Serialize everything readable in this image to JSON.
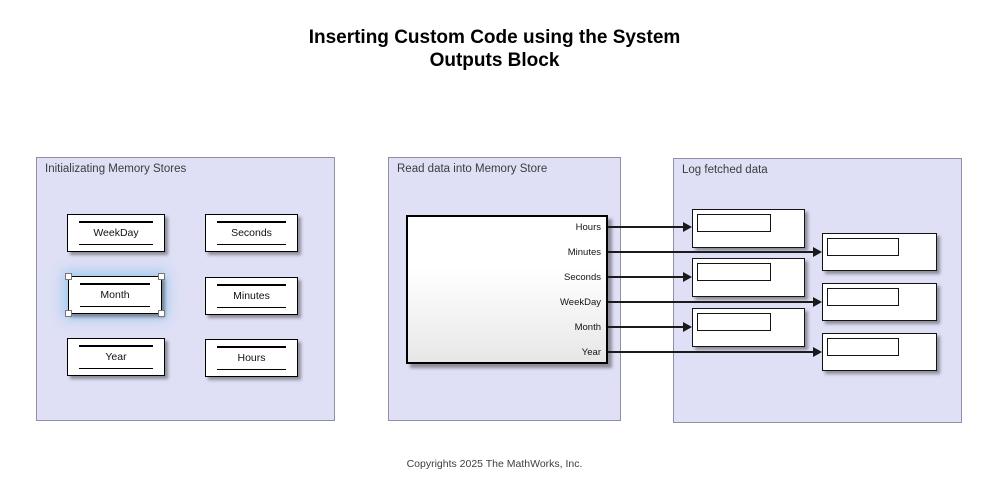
{
  "title_lines": [
    "Inserting Custom Code using the System",
    "Outputs Block"
  ],
  "areas": {
    "init": {
      "label": "Initializating Memory Stores"
    },
    "read": {
      "label": "Read data into Memory Store"
    },
    "log": {
      "label": "Log fetched data"
    }
  },
  "memory_blocks": [
    {
      "label": "WeekDay",
      "selected": false
    },
    {
      "label": "Seconds",
      "selected": false
    },
    {
      "label": "Month",
      "selected": true
    },
    {
      "label": "Minutes",
      "selected": false
    },
    {
      "label": "Year",
      "selected": false
    },
    {
      "label": "Hours",
      "selected": false
    }
  ],
  "subsystem": {
    "ports": [
      "Hours",
      "Minutes",
      "Seconds",
      "WeekDay",
      "Month",
      "Year"
    ]
  },
  "displays": [
    {
      "value": ""
    },
    {
      "value": ""
    },
    {
      "value": ""
    },
    {
      "value": ""
    },
    {
      "value": ""
    },
    {
      "value": ""
    }
  ],
  "connections": [
    {
      "from": "Hours",
      "to": "display-left-1"
    },
    {
      "from": "Minutes",
      "to": "display-right-1"
    },
    {
      "from": "Seconds",
      "to": "display-left-2"
    },
    {
      "from": "WeekDay",
      "to": "display-right-2"
    },
    {
      "from": "Month",
      "to": "display-left-3"
    },
    {
      "from": "Year",
      "to": "display-right-3"
    }
  ],
  "footer": "Copyrights 2025 The MathWorks, Inc.",
  "colors": {
    "area_fill": "#dfe0f6",
    "area_border": "#8f8fa8",
    "selection_glow": "#8cc3eb",
    "block_border": "#000000",
    "canvas": "#ffffff"
  }
}
